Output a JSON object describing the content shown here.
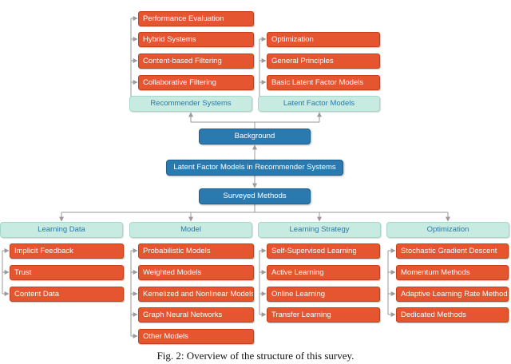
{
  "top": {
    "recommender_systems": {
      "label": "Recommender Systems",
      "items": [
        "Performance Evaluation",
        "Hybrid Systems",
        "Content-based Filtering",
        "Collaborative Filtering"
      ]
    },
    "latent_factor_models": {
      "label": "Latent Factor Models",
      "items": [
        "Optimization",
        "General Principles",
        "Basic Latent Factor Models"
      ]
    }
  },
  "background": "Background",
  "center": "Latent Factor Models in Recommender Systems",
  "surveyed": "Surveyed Methods",
  "bottom": [
    {
      "label": "Learning Data",
      "items": [
        "Implicit Feedback",
        "Trust",
        "Content Data"
      ]
    },
    {
      "label": "Model",
      "items": [
        "Probabilistic Models",
        "Weighted Models",
        "Kernelized and Nonlinear Models",
        "Graph Neural Networks",
        "Other Models"
      ]
    },
    {
      "label": "Learning Strategy",
      "items": [
        "Self-Supervised Learning",
        "Active Learning",
        "Online Learning",
        "Transfer Learning"
      ]
    },
    {
      "label": "Optimization",
      "items": [
        "Stochastic Gradient Descent",
        "Momentum Methods",
        "Adaptive Learning Rate Methods",
        "Dedicated Methods"
      ]
    }
  ],
  "caption": "Fig. 2: Overview of the structure of this survey.",
  "colors": {
    "leaf": "#e5552f",
    "category": "#c8ebe1",
    "main": "#2a7ab0",
    "connector": "#9a9a9a"
  }
}
